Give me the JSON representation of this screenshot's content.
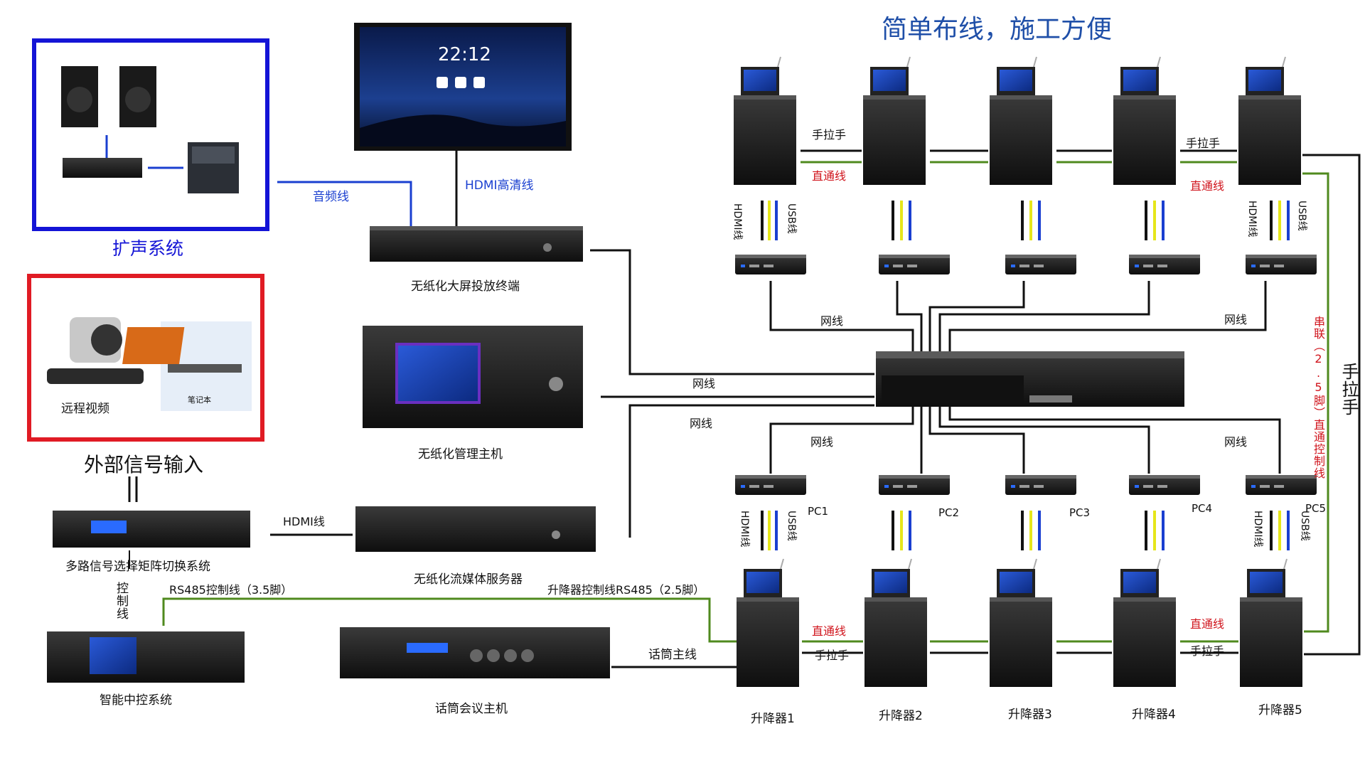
{
  "title": "简单布线，施工方便",
  "labels": {
    "pa_system": "扩声系统",
    "external_input": "外部信号输入",
    "remote_video": "远程视频",
    "laptop": "笔记本",
    "audio_cable": "音频线",
    "hdmi_hd_cable": "HDMI高清线",
    "display_terminal": "无纸化大屏投放终端",
    "mgmt_host": "无纸化管理主机",
    "media_server": "无纸化流媒体服务器",
    "matrix": "多路信号选择矩阵切换系统",
    "hdmi_cable": "HDMI线",
    "control_cable": "控制线",
    "rs485": "RS485控制线（3.5脚）",
    "lift_rs485": "升降器控制线RS485（2.5脚）",
    "mic_main": "话筒主线",
    "central_control": "智能中控系统",
    "mic_host": "话筒会议主机",
    "net": "网线",
    "hand_pull": "手拉手",
    "straight": "直通线",
    "series": "串联（2.5脚）直通控制线",
    "hdmi_v": "HDMI线",
    "usb_v": "USB线",
    "clock": "22:12",
    "pcs": [
      "PC1",
      "PC2",
      "PC3",
      "PC4",
      "PC5"
    ],
    "lifts": [
      "升降器1",
      "升降器2",
      "升降器3",
      "升降器4",
      "升降器5"
    ]
  },
  "colors": {
    "title": "#1f4fa8",
    "pa_box": "#1414d6",
    "ext_box": "#e01b24",
    "red_text": "#d0141c",
    "green_line": "#4f8a1e",
    "blue_line": "#1a3fd0",
    "yellow_line": "#e6e61a"
  }
}
